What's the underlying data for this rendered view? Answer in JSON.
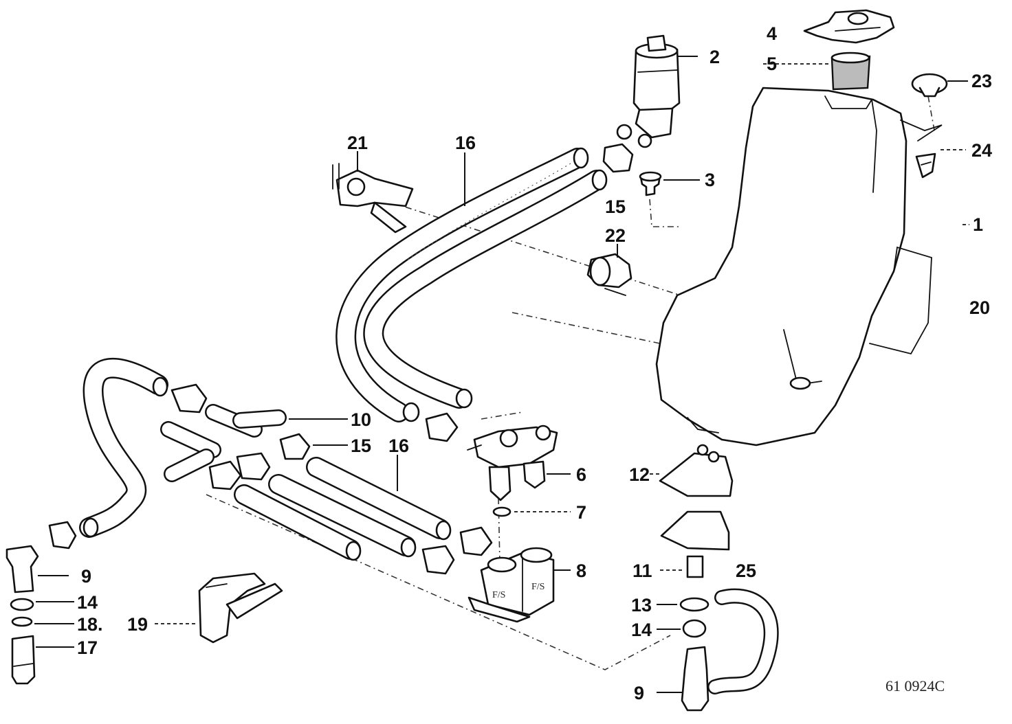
{
  "diagram": {
    "drawing_number": "61 0924C",
    "callouts": [
      {
        "id": "c1",
        "label": "1"
      },
      {
        "id": "c2",
        "label": "2"
      },
      {
        "id": "c3",
        "label": "3"
      },
      {
        "id": "c4",
        "label": "4"
      },
      {
        "id": "c5",
        "label": "5"
      },
      {
        "id": "c6",
        "label": "6"
      },
      {
        "id": "c7",
        "label": "7"
      },
      {
        "id": "c8",
        "label": "8"
      },
      {
        "id": "c9a",
        "label": "9"
      },
      {
        "id": "c9b",
        "label": "9"
      },
      {
        "id": "c10",
        "label": "10"
      },
      {
        "id": "c11",
        "label": "11"
      },
      {
        "id": "c12",
        "label": "12"
      },
      {
        "id": "c13",
        "label": "13"
      },
      {
        "id": "c14a",
        "label": "14"
      },
      {
        "id": "c14b",
        "label": "14"
      },
      {
        "id": "c15a",
        "label": "15"
      },
      {
        "id": "c15b",
        "label": "15"
      },
      {
        "id": "c16a",
        "label": "16"
      },
      {
        "id": "c16b",
        "label": "16"
      },
      {
        "id": "c17",
        "label": "17"
      },
      {
        "id": "c18",
        "label": "18."
      },
      {
        "id": "c19",
        "label": "19"
      },
      {
        "id": "c20",
        "label": "20"
      },
      {
        "id": "c21",
        "label": "21"
      },
      {
        "id": "c22",
        "label": "22"
      },
      {
        "id": "c23",
        "label": "23"
      },
      {
        "id": "c24",
        "label": "24"
      },
      {
        "id": "c25",
        "label": "25"
      }
    ]
  }
}
